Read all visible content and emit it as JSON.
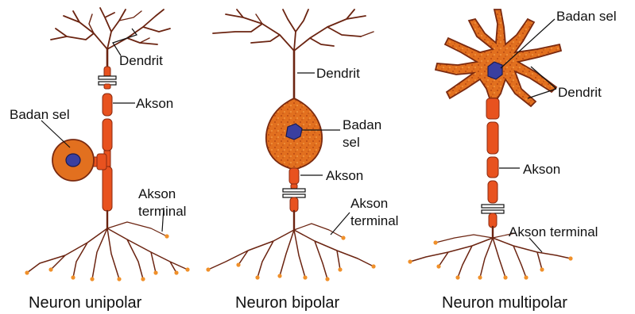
{
  "neurons": {
    "unipolar": {
      "caption": "Neuron unipolar",
      "label_dendrit": "Dendrit",
      "label_akson": "Akson",
      "label_badan_sel": "Badan sel",
      "label_akson_terminal_1": "Akson",
      "label_akson_terminal_2": "terminal"
    },
    "bipolar": {
      "caption": "Neuron bipolar",
      "label_dendrit": "Dendrit",
      "label_badan_1": "Badan",
      "label_badan_2": "sel",
      "label_akson": "Akson",
      "label_akson_terminal_1": "Akson",
      "label_akson_terminal_2": "terminal"
    },
    "multipolar": {
      "caption": "Neuron multipolar",
      "label_badan_sel": "Badan sel",
      "label_dendrit": "Dendrit",
      "label_akson": "Akson",
      "label_akson_terminal": "Akson terminal"
    }
  },
  "colors": {
    "axon": "#e8521f",
    "soma": "#e2701f",
    "nucleus": "#3a3fa0",
    "branch": "#6b2411",
    "terminal_tip": "#f0902a"
  }
}
